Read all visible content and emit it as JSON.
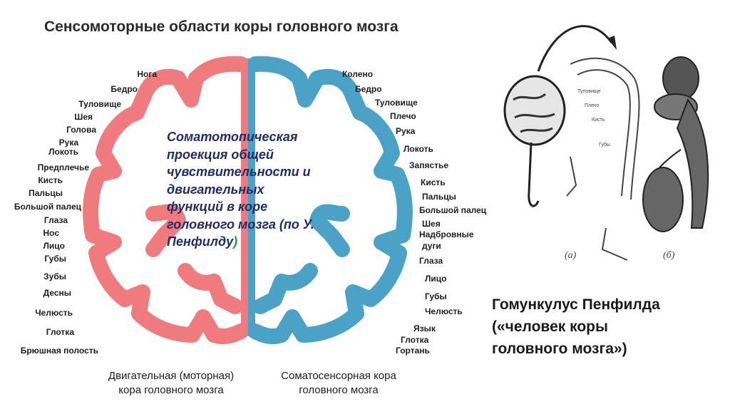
{
  "title": "Сенсомоторные области коры головного мозга",
  "motor_labels": [
    "Нога",
    "Бедро",
    "Туловище",
    "Шея",
    "Голова",
    "Рука",
    "Локоть",
    "Предплечье",
    "Кисть",
    "Пальцы",
    "Большой палец",
    "Глаза",
    "Нос",
    "Лицо",
    "Губы",
    "Зубы",
    "Десны",
    "Челюсть",
    "Глотка",
    "Брюшная полость"
  ],
  "sensory_labels": [
    "Колено",
    "Бедро",
    "Туловище",
    "Плечо",
    "Рука",
    "Локоть",
    "Запястье",
    "Кисть",
    "Пальцы",
    "Большой палец",
    "Шея",
    "Надбровные",
    "дуги",
    "Глаза",
    "Лицо",
    "Губы",
    "Челюсть",
    "Язык",
    "Глотка",
    "Гортань"
  ],
  "captions": {
    "motor_line1": "Двигательная (моторная)",
    "motor_line2": "кора головного мозга",
    "sensory_line1": "Соматосенсорная кора",
    "sensory_line2": "головного мозга"
  },
  "overlay": {
    "line1": "Соматотопическая",
    "line2": "проекция общей",
    "line3": "чувствительности и",
    "line4": "двигательных",
    "line5": "функций в коре",
    "line6": "головного мозга (по У.",
    "line7": "Пенфилду",
    "paren": ")"
  },
  "homunculus": {
    "line1": "Гомункулус Пенфилда",
    "line2": "(«человек коры",
    "line3": "головного мозга»)",
    "label_a": "(а)",
    "label_b": "(б)"
  },
  "colors": {
    "motor": "#ef7b7f",
    "sensory": "#4aa2c6",
    "overlay_text": "#1f2d6b",
    "paren": "#18a33a"
  }
}
